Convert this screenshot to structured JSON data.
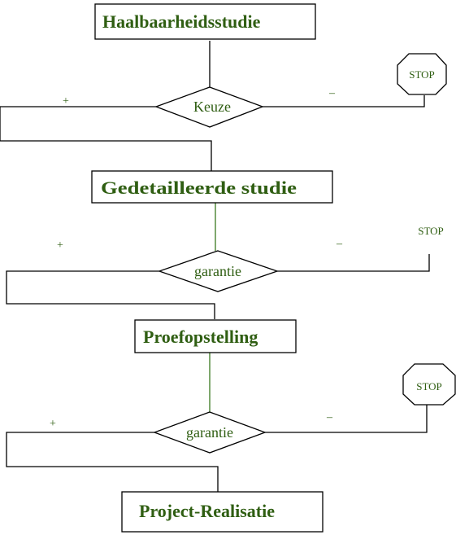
{
  "boxes": {
    "haalbaarheid": "Haalbaarheidsstudie",
    "gedetailleerde": "Gedetailleerde studie",
    "proefopstelling": "Proefopstelling",
    "realisatie": "Project-Realisatie"
  },
  "decisions": {
    "keuze": "Keuze",
    "garantie_1": "garantie",
    "garantie_2": "garantie"
  },
  "branch_signs": {
    "plus": "+",
    "minus": "–"
  },
  "stop_label": "STOP",
  "colors": {
    "text_green": "#2f5e12",
    "line_green": "#3a7a1e",
    "line_black": "#000000"
  }
}
